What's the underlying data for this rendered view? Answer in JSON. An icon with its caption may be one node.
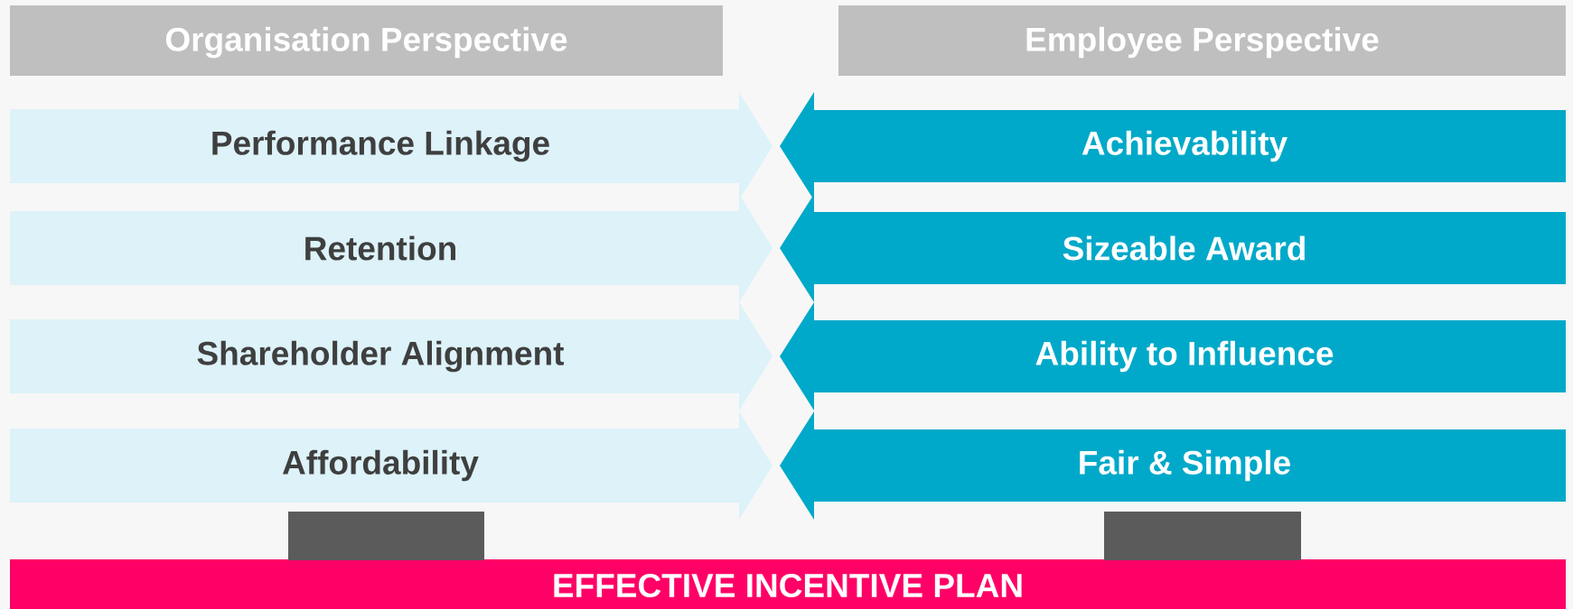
{
  "diagram": {
    "nodes": [
      {
        "text": [
          "Organisation Perspective"
        ]
      },
      {
        "text": [
          "Employee Perspective"
        ]
      },
      {
        "text": [
          "Performance Linkage"
        ]
      },
      {
        "text": [
          "Retention"
        ]
      },
      {
        "text": [
          "Shareholder Alignment"
        ]
      },
      {
        "text": [
          "Affordability"
        ]
      },
      {
        "text": [
          "Achievability"
        ]
      },
      {
        "text": [
          "Sizeable Award"
        ]
      },
      {
        "text": [
          "Ability to Influence"
        ]
      },
      {
        "text": [
          "Fair & Simple"
        ]
      },
      {
        "text": [
          "EFFECTIVE INCENTIVE PLAN"
        ]
      },
      {
        "text": [],
        "shape": "box"
      },
      {
        "text": [],
        "shape": "box"
      }
    ]
  }
}
